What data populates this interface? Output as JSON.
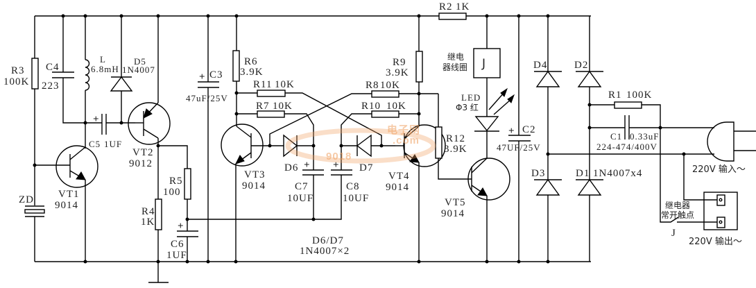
{
  "components": {
    "r3": {
      "ref": "R3",
      "value": "100K"
    },
    "c4": {
      "ref": "C4",
      "value": "223"
    },
    "l": {
      "ref": "L",
      "value": "6.8mH"
    },
    "d5": {
      "ref": "D5",
      "value": "1N4007"
    },
    "c5": {
      "ref": "C5",
      "value": "1UF"
    },
    "vt1": {
      "ref": "VT1",
      "value": "9014"
    },
    "vt2": {
      "ref": "VT2",
      "value": "9012"
    },
    "zd": {
      "ref": "ZD"
    },
    "r5": {
      "ref": "R5",
      "value": "100"
    },
    "r4": {
      "ref": "R4",
      "value": "1K"
    },
    "c6": {
      "ref": "C6",
      "value": "1UF"
    },
    "c3": {
      "ref": "C3",
      "value": "47uF/25V"
    },
    "r6": {
      "ref": "R6",
      "value": "3.9K"
    },
    "r11": {
      "ref": "R11",
      "value": "10K"
    },
    "r7": {
      "ref": "R7",
      "value": "10K"
    },
    "r8": {
      "ref": "R8",
      "value": "10K"
    },
    "r10": {
      "ref": "R10",
      "value": "10K"
    },
    "r9": {
      "ref": "R9",
      "value": "3.9K"
    },
    "d6": {
      "ref": "D6"
    },
    "d7": {
      "ref": "D7"
    },
    "c7": {
      "ref": "C7",
      "value": "10UF"
    },
    "c8": {
      "ref": "C8",
      "value": "10UF"
    },
    "vt3": {
      "ref": "VT3",
      "value": "9014"
    },
    "vt4": {
      "ref": "VT4",
      "value": "9014"
    },
    "d6d7_note": {
      "ref": "D6/D7",
      "value": "1N4007×2"
    },
    "r2": {
      "ref": "R2",
      "value": "1K"
    },
    "relay_coil": {
      "line1": "继电",
      "line2": "器线圈",
      "symbol": "J"
    },
    "led": {
      "ref": "LED",
      "value": "Φ3 红"
    },
    "r12": {
      "ref": "R12",
      "value": "3.9K"
    },
    "vt5": {
      "ref": "VT5",
      "value": "9014"
    },
    "c2": {
      "ref": "C2",
      "value": "47UF/25V"
    },
    "d4": {
      "ref": "D4"
    },
    "d3": {
      "ref": "D3"
    },
    "d2": {
      "ref": "D2"
    },
    "d1": {
      "ref": "D1",
      "value": "1N4007x4"
    },
    "r1": {
      "ref": "R1",
      "value": "100K"
    },
    "c1": {
      "ref": "C1",
      "value": "0.33uF",
      "code": "224-474/400V"
    },
    "relay_contact": {
      "line1": "继电器",
      "line2": "常开触点",
      "symbol": "J"
    },
    "input": {
      "label": "220V 输入～"
    },
    "output": {
      "label": "220V 输出～"
    }
  },
  "watermark": {
    "main": "9018",
    "cn": "电子网",
    "domain": ".com"
  },
  "colors": {
    "line": "#000000",
    "watermark": "#f0a060"
  }
}
